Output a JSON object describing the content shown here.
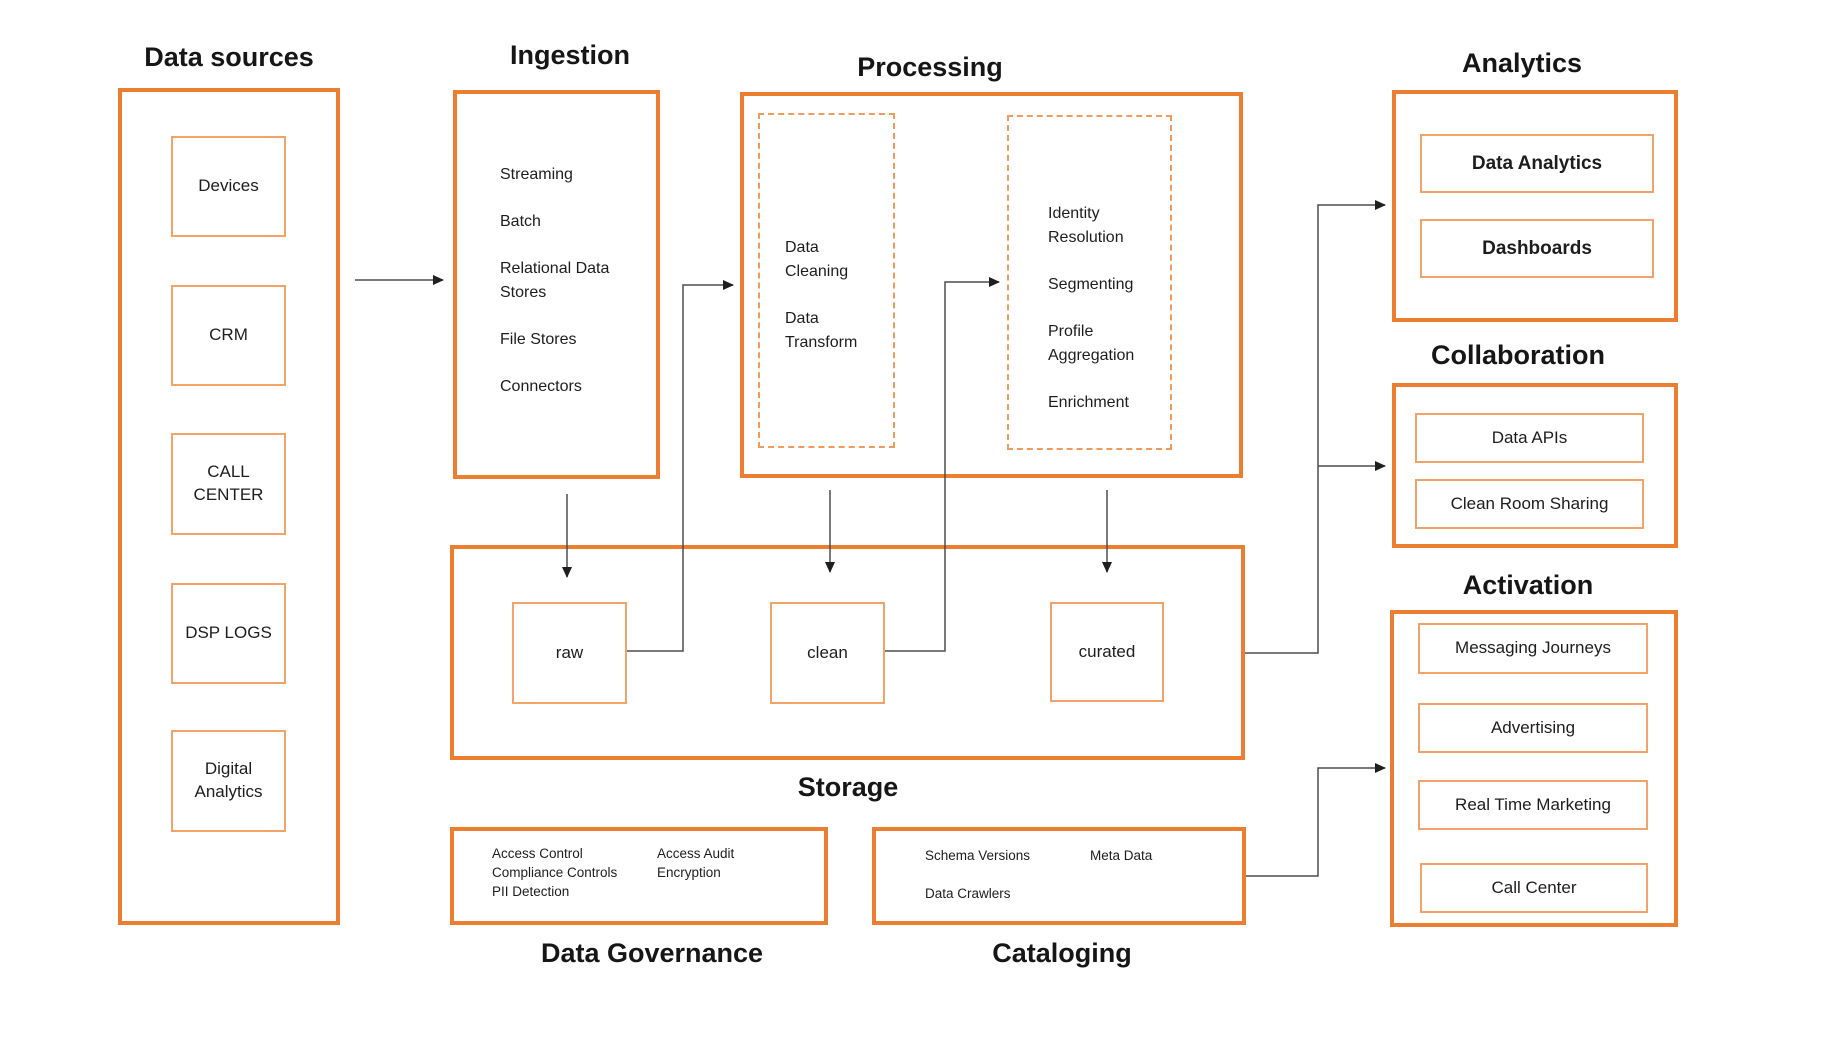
{
  "colors": {
    "accent": "#ED7D31",
    "accent_light": "#F2A369",
    "connector_line": "#4d4d4d",
    "text": "#1a1a1a"
  },
  "sections": {
    "data_sources": {
      "title": "Data sources",
      "items": [
        "Devices",
        "CRM",
        "CALL CENTER",
        "DSP LOGS",
        "Digital Analytics"
      ]
    },
    "ingestion": {
      "title": "Ingestion",
      "items": [
        "Streaming",
        "Batch",
        "Relational Data Stores",
        "File Stores",
        "Connectors"
      ]
    },
    "processing": {
      "title": "Processing",
      "group1_items": [
        "Data Cleaning",
        "Data Transform"
      ],
      "group2_items": [
        "Identity Resolution",
        "Segmenting",
        "Profile Aggregation",
        "Enrichment"
      ]
    },
    "storage": {
      "title": "Storage",
      "items": [
        "raw",
        "clean",
        "curated"
      ]
    },
    "data_governance": {
      "title": "Data Governance",
      "items": [
        "Access Control",
        "Compliance Controls",
        "PII Detection",
        "Access Audit",
        "Encryption"
      ]
    },
    "cataloging": {
      "title": "Cataloging",
      "items": [
        "Schema Versions",
        "Meta Data",
        "Data Crawlers"
      ]
    },
    "analytics": {
      "title": "Analytics",
      "items": [
        "Data Analytics",
        "Dashboards"
      ]
    },
    "collaboration": {
      "title": "Collaboration",
      "items": [
        "Data APIs",
        "Clean Room Sharing"
      ]
    },
    "activation": {
      "title": "Activation",
      "items": [
        "Messaging Journeys",
        "Advertising",
        "Real Time Marketing",
        "Call Center"
      ]
    }
  },
  "connections": [
    {
      "from": "Data sources",
      "to": "Ingestion"
    },
    {
      "from": "Ingestion",
      "to": "Storage raw"
    },
    {
      "from": "Storage raw",
      "to": "Processing cleaning/transform"
    },
    {
      "from": "Processing cleaning/transform",
      "to": "Storage clean"
    },
    {
      "from": "Storage clean",
      "to": "Processing identity/segmenting/aggregation/enrichment"
    },
    {
      "from": "Processing identity/segmenting/aggregation/enrichment",
      "to": "Storage curated"
    },
    {
      "from": "Storage",
      "to": "Analytics"
    },
    {
      "from": "Storage",
      "to": "Collaboration"
    },
    {
      "from": "Cataloging",
      "to": "Activation"
    }
  ]
}
